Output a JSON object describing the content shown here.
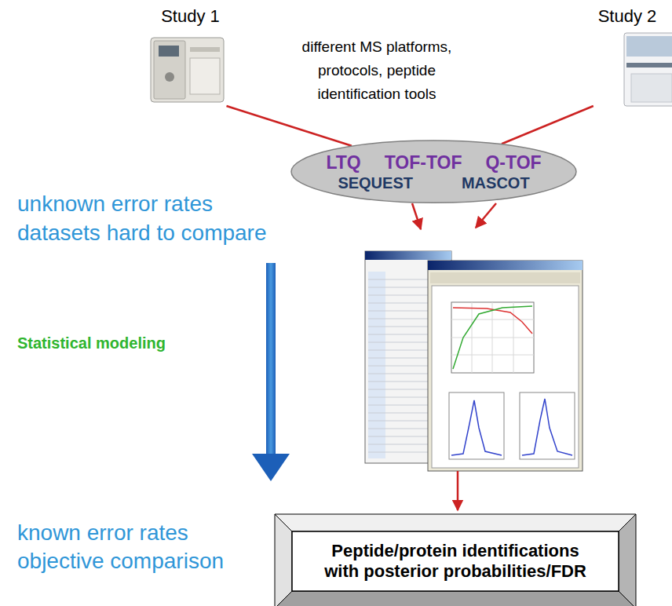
{
  "diagram": {
    "nodes": [
      {
        "text": [
          "Study 1"
        ]
      },
      {
        "text": [
          "Study 2"
        ]
      },
      {
        "text": [
          "LTQ",
          "TOF-TOF",
          "Q-TOF",
          "SEQUEST",
          "MASCOT"
        ]
      },
      {
        "text": [
          "Peptide/protein identifications with posterior probabilities/FDR"
        ]
      }
    ],
    "edges": [
      {
        "from": 0,
        "to": 2,
        "arrow": "none"
      },
      {
        "from": 1,
        "to": 2,
        "arrow": "none"
      }
    ],
    "labels": [
      "different MS platforms, protocols, peptide identification tools",
      "unknown error rates",
      "datasets hard to compare",
      "Statistical modeling",
      "known error rates",
      "objective comparison"
    ]
  }
}
